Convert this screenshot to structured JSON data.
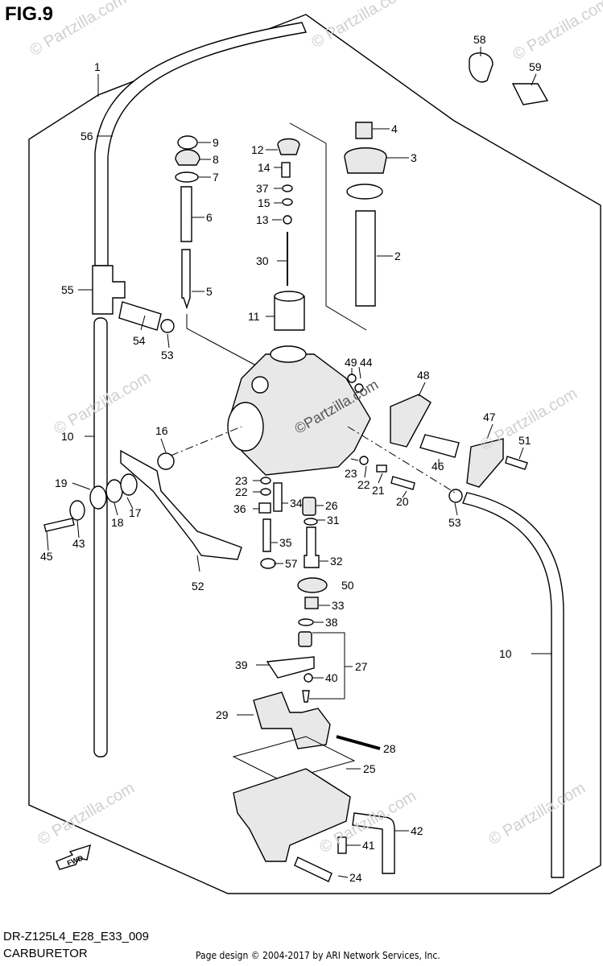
{
  "figure_label": "FIG.9",
  "model_code": "DR-Z125L4_E28_E33_009",
  "section_title": "CARBURETOR",
  "credit": "Page design © 2004-2017 by ARI Network Services, Inc.",
  "watermark": "© Partzilla.com",
  "watermark_center": "©Partzilla.com",
  "fwd_label": "FWD",
  "callouts": {
    "c1": "1",
    "c2": "2",
    "c3": "3",
    "c4": "4",
    "c5": "5",
    "c6": "6",
    "c7": "7",
    "c8": "8",
    "c9": "9",
    "c10a": "10",
    "c10b": "10",
    "c11": "11",
    "c12": "12",
    "c13": "13",
    "c14": "14",
    "c15": "15",
    "c16": "16",
    "c17": "17",
    "c18": "18",
    "c19": "19",
    "c20": "20",
    "c21": "21",
    "c22a": "22",
    "c22b": "22",
    "c23a": "23",
    "c23b": "23",
    "c24": "24",
    "c25": "25",
    "c26": "26",
    "c27": "27",
    "c28": "28",
    "c29": "29",
    "c30": "30",
    "c31": "31",
    "c32": "32",
    "c33": "33",
    "c34": "34",
    "c35": "35",
    "c36": "36",
    "c37": "37",
    "c38": "38",
    "c39": "39",
    "c40": "40",
    "c41": "41",
    "c42": "42",
    "c43": "43",
    "c44": "44",
    "c45": "45",
    "c46": "46",
    "c47": "47",
    "c48": "48",
    "c49": "49",
    "c50": "50",
    "c51": "51",
    "c52": "52",
    "c53a": "53",
    "c53b": "53",
    "c54": "54",
    "c55": "55",
    "c56": "56",
    "c57": "57",
    "c58": "58",
    "c59": "59"
  },
  "colors": {
    "ink": "#000000",
    "watermark": "#d0d0d0",
    "background": "#ffffff"
  }
}
